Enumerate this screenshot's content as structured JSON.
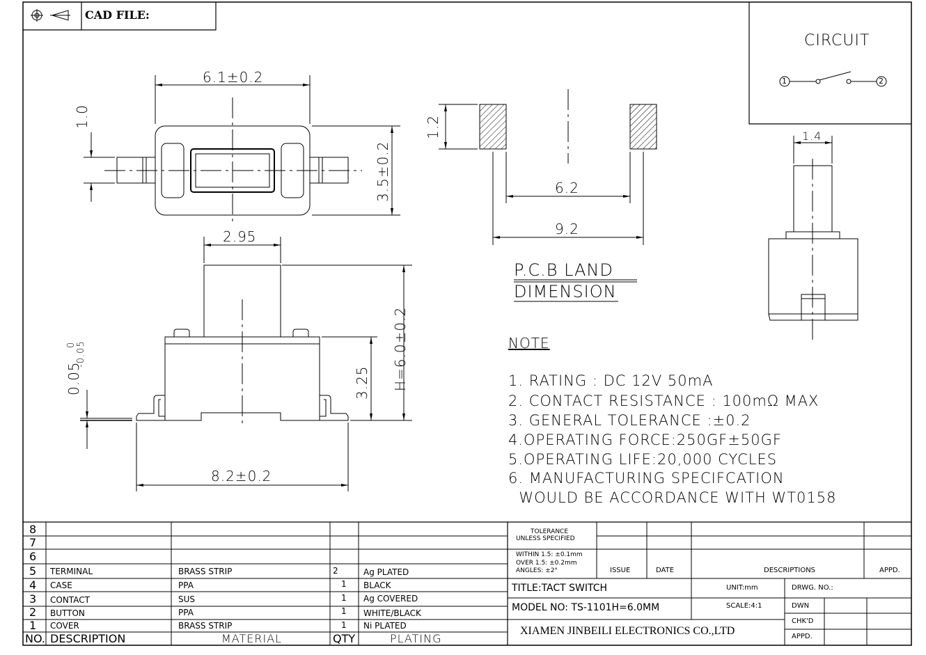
{
  "header": {
    "cad_file_label": "CAD FILE:"
  },
  "circuit": {
    "title": "CIRCUIT",
    "pin1": "1",
    "pin2": "2"
  },
  "dimensions": {
    "top_width": "6.1±0.2",
    "top_terminal": "1.0",
    "top_height": "3.5±0.2",
    "pcb_pad": "1.2",
    "pcb_inner": "6.2",
    "pcb_outer": "9.2",
    "actuator_width": "2.95",
    "base_offset": "0.05",
    "base_offset_tol_upper": "0",
    "base_offset_tol_lower": "-0.05",
    "body_height": "3.25",
    "total_height": "H=6.0±0.2",
    "overall_width": "8.2±0.2",
    "side_actuator": "1.4"
  },
  "pcb_land": {
    "line1": "P.C.B LAND",
    "line2": "DIMENSION"
  },
  "notes": {
    "title": "NOTE",
    "items": [
      "1. RATING : DC 12V  50mA",
      "2. CONTACT RESISTANCE : 100mΩ MAX",
      "3. GENERAL TOLERANCE :±0.2",
      "4.OPERATING FORCE:250GF±50GF",
      "5.OPERATING LIFE:20,000 CYCLES",
      "6. MANUFACTURING SPECIFCATION",
      "  WOULD BE ACCORDANCE WITH WT0158"
    ]
  },
  "bom": {
    "headers": {
      "no": "NO.",
      "description": "DESCRIPTION",
      "material": "MATERIAL",
      "qty": "QTY",
      "plating": "PLATING"
    },
    "rows": [
      {
        "no": "8",
        "description": "",
        "material": "",
        "qty": "",
        "plating": ""
      },
      {
        "no": "7",
        "description": "",
        "material": "",
        "qty": "",
        "plating": ""
      },
      {
        "no": "6",
        "description": "",
        "material": "",
        "qty": "",
        "plating": ""
      },
      {
        "no": "5",
        "description": "TERMINAL",
        "material": "BRASS STRIP",
        "qty": "2",
        "plating": "Ag PLATED"
      },
      {
        "no": "4",
        "description": "CASE",
        "material": "PPA",
        "qty": "1",
        "plating": "BLACK"
      },
      {
        "no": "3",
        "description": "CONTACT",
        "material": "SUS",
        "qty": "1",
        "plating": "Ag COVERED"
      },
      {
        "no": "2",
        "description": "BUTTON",
        "material": "PPA",
        "qty": "1",
        "plating": "WHITE/BLACK"
      },
      {
        "no": "1",
        "description": "COVER",
        "material": "BRASS STRIP",
        "qty": "1",
        "plating": "Ni PLATED"
      }
    ]
  },
  "titleblock": {
    "tolerance_l1": "TOLERANCE",
    "tolerance_l2": "UNLESS SPECIFIED",
    "tol_within": "WITHIN 1.5: ±0.1mm",
    "tol_over": "OVER 1.5:  ±0.2mm",
    "tol_angles": "ANGLES: ±2°",
    "issue": "ISSUE",
    "date": "DATE",
    "descriptions": "DESCRIPTIONS",
    "appd": "APPD.",
    "title": "TITLE:TACT SWITCH",
    "unit": "UNIT:mm",
    "drwg_no": "DRWG. NO.:",
    "model": "MODEL NO: TS-1101H=6.0MM",
    "scale": "SCALE:4:1",
    "dwn": "DWN",
    "chkd": "CHK'D",
    "appd2": "APPD.",
    "company": "XIAMEN JINBEILI ELECTRONICS CO.,LTD"
  }
}
